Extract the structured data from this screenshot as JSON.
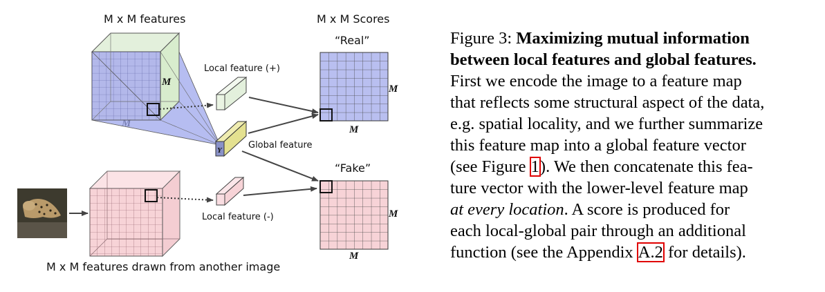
{
  "diagram": {
    "top_features_title": "M x M features",
    "scores_title": "M x M Scores",
    "real_label": "“Real”",
    "fake_label": "“Fake”",
    "local_feature_pos": "Local feature (+)",
    "local_feature_neg": "Local feature (-)",
    "global_feature": "Global feature",
    "bottom_features_title": "M x M features drawn from another image",
    "dim_symbol": "M",
    "global_symbol": "Y",
    "colors": {
      "blue_face": "#b3b8ea",
      "blue_cone": "#9ea7ec",
      "green_face": "#e3f0dc",
      "pink_face": "#f7d3d7",
      "yellow_face": "#e4e190",
      "score_blue": "#b9bff0",
      "score_pink": "#f7d3d7",
      "ref_red": "#e00000"
    }
  },
  "caption": {
    "label": "Figure 3:",
    "title_line1": "Maximizing mutual information",
    "title_line2": "between local features and global features.",
    "part1": "First we encode the image to a feature map\nthat reflects some structural aspect of the data,\ne.g. spatial locality, and we further summarize\nthis feature map into a global feature vector\n(see Figure ",
    "ref_fig": "1",
    "part2": "). We then concatenate this fea-\nture vector with the lower-level feature map\n",
    "emph": "at every location",
    "part3": ".  A score is produced for\neach local-global pair through an additional\nfunction (see the Appendix ",
    "ref_appendix": "A.2",
    "part4": " for details)."
  }
}
